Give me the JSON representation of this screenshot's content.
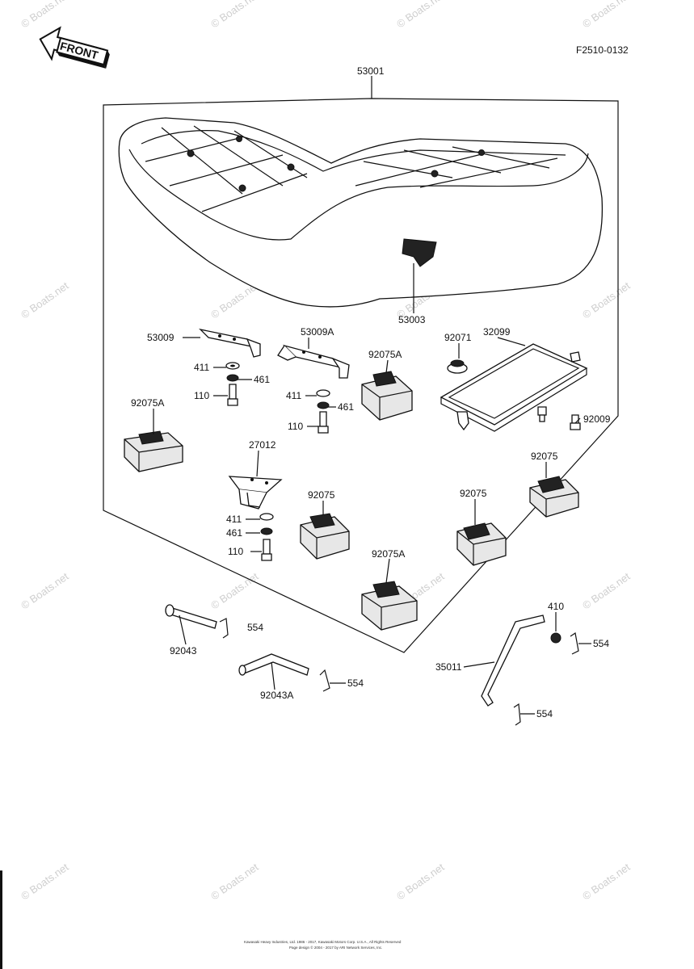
{
  "diagram_code": "F2510-0132",
  "front_label": "FRONT",
  "watermark": "© Boats.net",
  "footer": {
    "line1": "Kawasaki Heavy Industries, Ltd. 1986 - 2017, Kawasaki Motors Corp. U.S.A., All Rights Reserved",
    "line2": "Page design © 2004 - 2017 by ARI Network Services, Inc."
  },
  "callouts": {
    "seat": "53001",
    "seat_emblem": "53003",
    "bracket_left": "53009",
    "bracket_mid": "53009A",
    "bracket_lower": "27012",
    "damper_a_left": "92075A",
    "damper_a_mid": "92075A",
    "damper_a_bottom": "92075A",
    "damper_mid": "92075",
    "damper_right_1": "92075",
    "damper_right_2": "92075",
    "grommet": "92071",
    "tray": "32099",
    "tray_bolt": "92009",
    "washer_1": "411",
    "washer_2": "411",
    "washer_3": "411",
    "lockwasher_1": "461",
    "lockwasher_2": "461",
    "lockwasher_3": "461",
    "bolt_1": "110",
    "bolt_2": "110",
    "bolt_3": "110",
    "pin": "92043",
    "pin_bent": "92043A",
    "rod": "35011",
    "nut": "410",
    "clip_1": "554",
    "clip_2": "554",
    "clip_3": "554",
    "clip_4": "554"
  }
}
